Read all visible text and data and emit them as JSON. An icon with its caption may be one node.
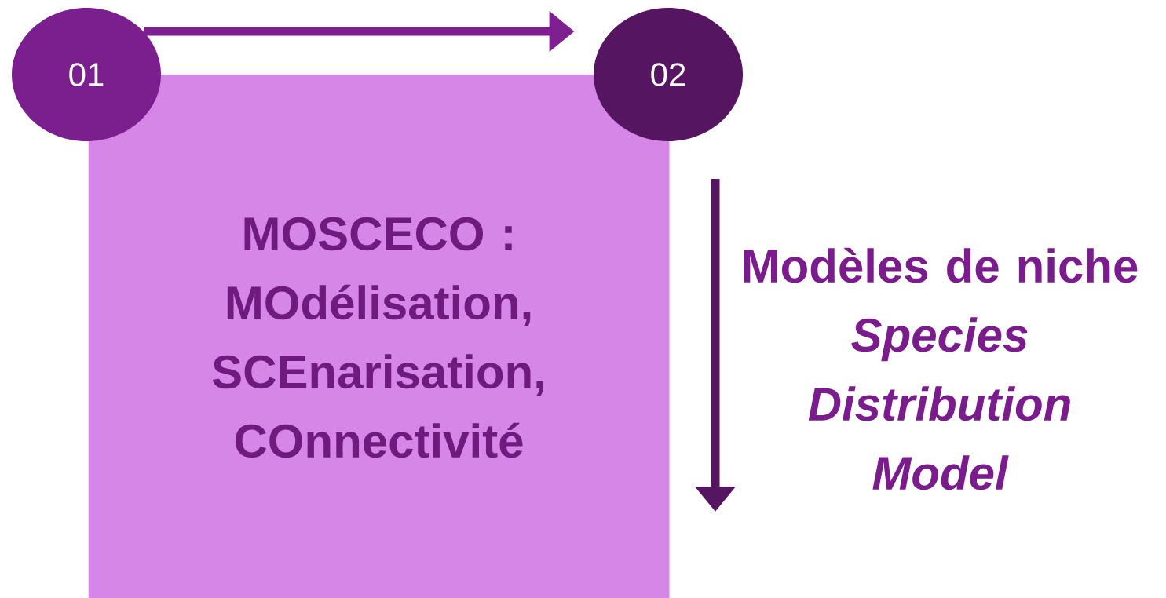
{
  "diagram": {
    "nodes": [
      {
        "text": [
          "01"
        ]
      },
      {
        "text": [
          "02"
        ]
      },
      {
        "text": [
          "MOSCECO : MOdélisation, SCEnarisation, COnnectivité"
        ]
      },
      {
        "text": [
          "Modèles de niche",
          "Species Distribution Model"
        ]
      }
    ],
    "edges": [
      {
        "from": 0,
        "to": 1,
        "arrow": "to",
        "color": "#7f2090"
      }
    ]
  }
}
